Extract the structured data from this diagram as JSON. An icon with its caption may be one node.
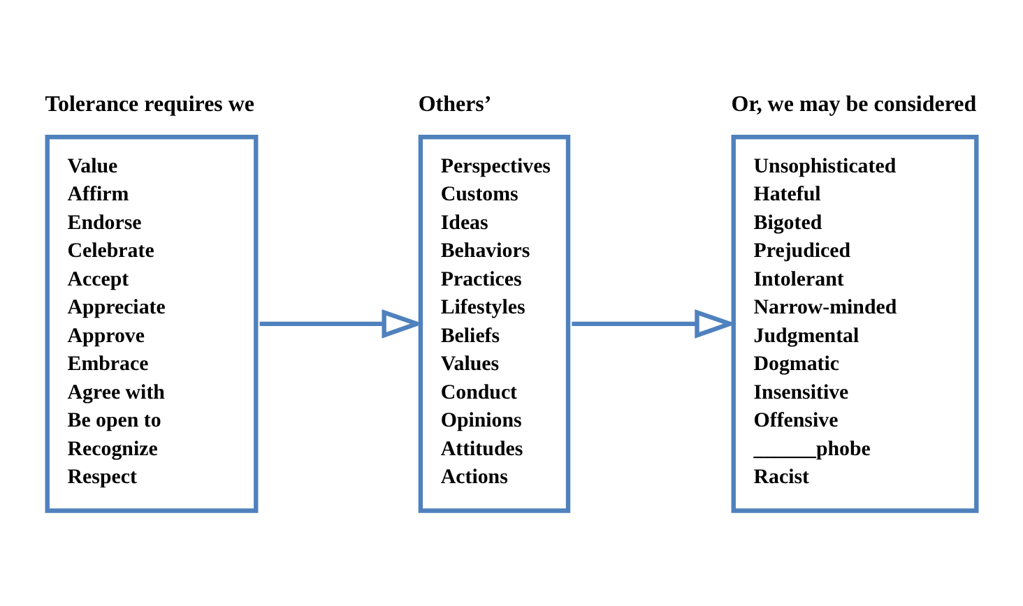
{
  "diagram": {
    "nodes": [
      {
        "text": [
          "Tolerance requires we",
          "Value",
          "Affirm",
          "Endorse",
          "Celebrate",
          "Accept",
          "Appreciate",
          "Approve",
          "Embrace",
          "Agree with",
          "Be open to",
          "Recognize",
          "Respect"
        ]
      },
      {
        "text": [
          "Others’",
          "Perspectives",
          "Customs",
          "Ideas",
          "Behaviors",
          "Practices",
          "Lifestyles",
          "Beliefs",
          "Values",
          "Conduct",
          "Opinions",
          "Attitudes",
          "Actions"
        ]
      },
      {
        "text": [
          "Or, we may be considered",
          "Unsophisticated",
          "Hateful",
          "Bigoted",
          "Prejudiced",
          "Intolerant",
          "Narrow-minded",
          "Judgmental",
          "Dogmatic",
          "Insensitive",
          "Offensive",
          "______phobe",
          "Racist"
        ]
      }
    ],
    "edges": [
      {
        "from": 0,
        "to": 1,
        "arrow": "to"
      },
      {
        "from": 1,
        "to": 2,
        "arrow": "to"
      }
    ]
  }
}
